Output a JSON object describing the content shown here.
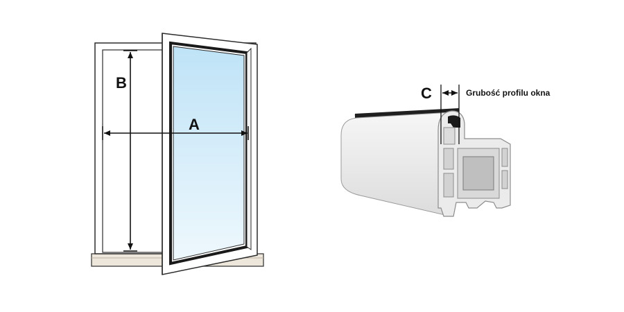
{
  "labels": {
    "a": "A",
    "b": "B",
    "c": "C",
    "profile_thickness": "Grubość profilu okna"
  },
  "colors": {
    "frame": "#ffffff",
    "outline": "#2b2b2b",
    "glass_top": "#bfe3f7",
    "glass_bottom": "#eaf6fd",
    "sill": "#e9e1d6",
    "profile_face": "#e8e8e8",
    "profile_dark": "#cfcfcf",
    "gasket": "#1a1a1a"
  },
  "icons": {
    "arrow_end": "arrowhead-icon"
  }
}
